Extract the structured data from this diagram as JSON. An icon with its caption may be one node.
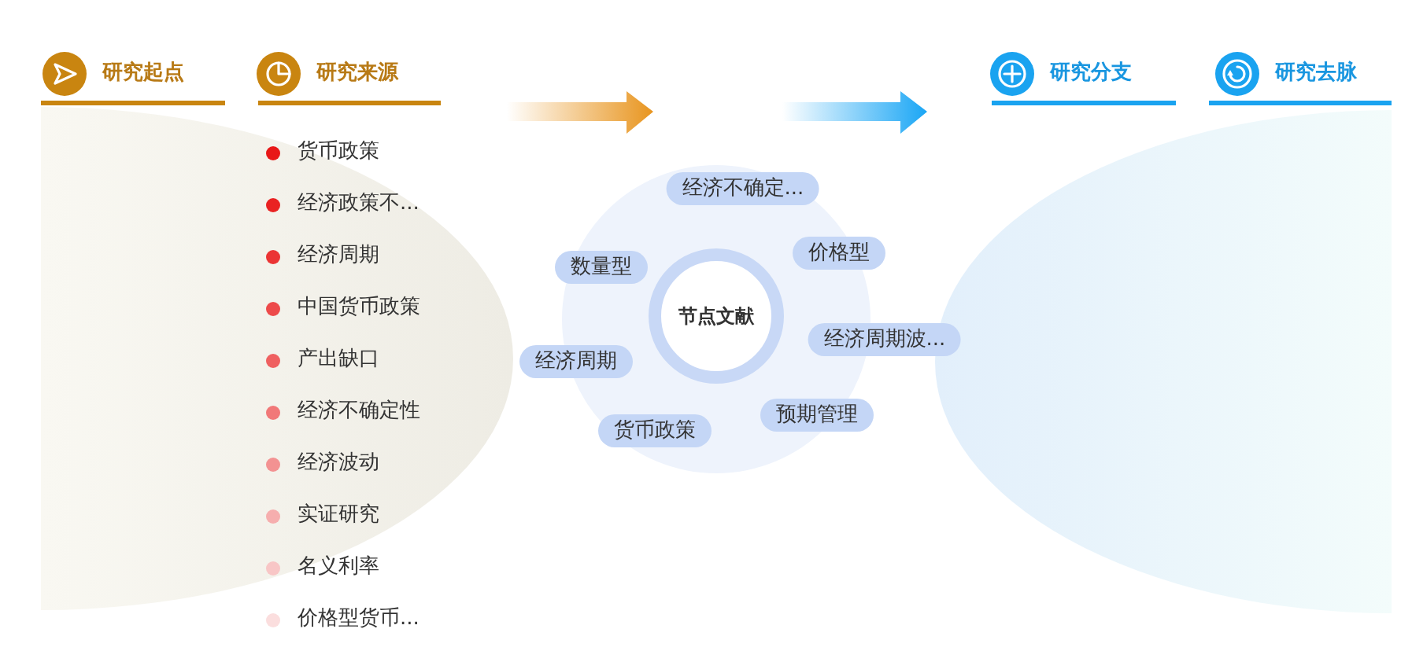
{
  "diagram": {
    "nodes": [
      {
        "text": [
          "经济不确定..."
        ]
      },
      {
        "text": [
          "数量型"
        ]
      },
      {
        "text": [
          "价格型"
        ]
      },
      {
        "text": [
          "节点文献"
        ]
      },
      {
        "text": [
          "经济周期波..."
        ]
      },
      {
        "text": [
          "经济周期"
        ]
      },
      {
        "text": [
          "预期管理"
        ]
      },
      {
        "text": [
          "货币政策"
        ]
      }
    ],
    "labels": [
      "研究起点",
      "研究来源",
      "研究分支",
      "研究去脉",
      "货币政策",
      "经济政策不...",
      "经济周期",
      "中国货币政策",
      "产出缺口",
      "经济不确定性",
      "经济波动",
      "实证研究",
      "名义利率",
      "价格型货币..."
    ]
  }
}
